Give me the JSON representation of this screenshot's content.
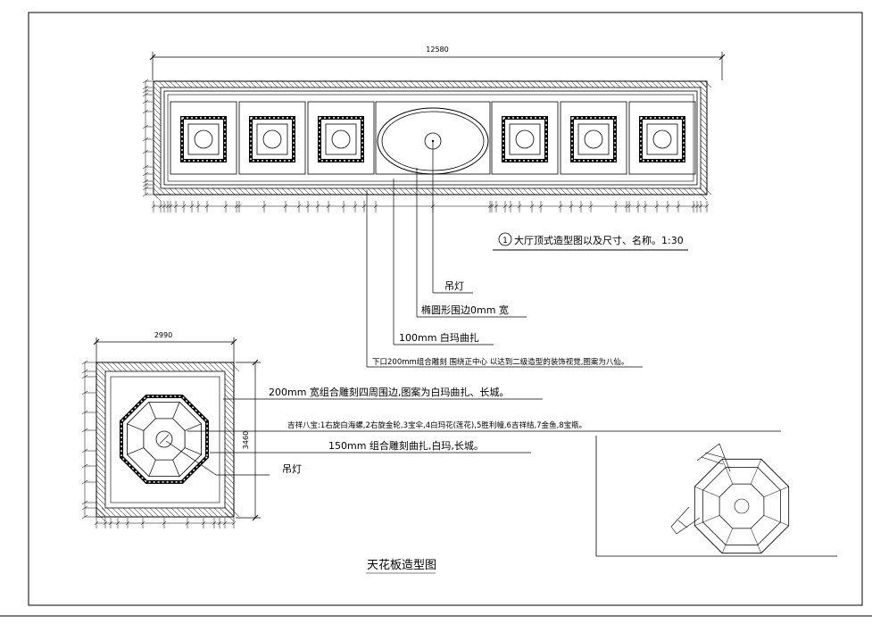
{
  "plan_main": {
    "width_dim": "12580",
    "caption_number": "1",
    "caption": "大厅顶式造型图以及尺寸、名称。1:30"
  },
  "leaders_main": {
    "pendant_lamp": "吊灯",
    "ellipse_edge": "椭圆形围边0mm   宽",
    "baima_curve": "100mm    白玛曲扎",
    "carving_note": "下口200mm组合雕刻 围绕正中心 以达到二级造型的装饰视觉,图案为八仙。"
  },
  "plan_small": {
    "width_dim": "2990",
    "height_dim": "3460"
  },
  "leaders_small": {
    "border_note": "200mm      宽组合雕刻四周围边,图案为白玛曲扎、长城。",
    "auspicious_note": "吉祥八宝:1右旋白海螺,2右旋金轮,3宝伞,4白玛花(莲花),5胜利幢,6吉祥结,7金鱼,8宝瓶。",
    "carving_150": "150mm      组合雕刻曲扎,白玛,长城。",
    "pendant_lamp": "吊灯"
  },
  "sheet_title": "天花板造型图"
}
